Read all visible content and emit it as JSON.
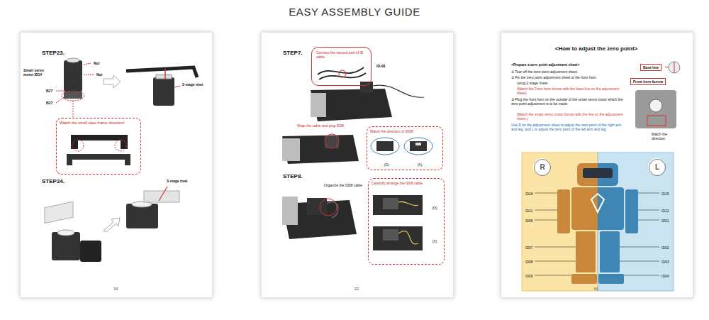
{
  "diagram": {
    "title": "EASY ASSEMBLY GUIDE",
    "nodes": [
      {
        "text": [
          "34"
        ]
      },
      {
        "text": [
          "Watch the small case frame direction!"
        ],
        "in": 0
      },
      {
        "text": [
          "22"
        ]
      },
      {
        "text": [
          "Connect the second port of ID cable"
        ],
        "in": 2
      },
      {
        "text": [
          "Watch the direction of ID08!",
          "(O)",
          "(X)"
        ],
        "in": 2
      },
      {
        "text": [
          "Carefully arrange the ID08 cable",
          "(O)",
          "(X)"
        ],
        "in": 2
      },
      {
        "text": [
          "61"
        ]
      },
      {
        "text": [
          "Base line"
        ],
        "in": 6
      },
      {
        "text": [
          "Front horn furrow"
        ],
        "in": 6
      },
      {
        "text": [
          "R"
        ],
        "in": 6
      },
      {
        "text": [
          "L"
        ],
        "in": 6
      }
    ],
    "labels": [
      "STEP23.",
      "Smart servo motor ID14",
      "Nut",
      "Nut",
      "B27",
      "B27",
      "2-stage rivet",
      "STEP24.",
      "3-stage rivet",
      "STEP7.",
      "ID-08",
      "Wrap the cable and plug ID08",
      "STEP8.",
      "Organize the ID08 cable",
      "<How to adjust the zero point>",
      "<Prepare a zero point adjustment sheet>",
      "① Tear off the zero point adjustment sheet.",
      "② Fix the zero point adjustment sheet to the front horn",
      "using 2-stage rivets.",
      "(Match the Front horn furrow with the base line on the adjustment sheet)",
      "③ Plug the front horn on the outside of the smart servo motor which the zero point adjustment is to be made.",
      "(Match the smart servo motor furrow with the line on the adjustment sheet.)",
      "Use R on the adjustment sheet to adjust the zero point of the right arm and leg, and L to adjust the zero point of the left arm and leg.",
      "Match the direction",
      "ID16",
      "ID11",
      "ID06",
      "ID07",
      "ID08",
      "ID09",
      "ID15",
      "ID12",
      "ID01",
      "ID02",
      "ID03",
      "ID04"
    ]
  }
}
